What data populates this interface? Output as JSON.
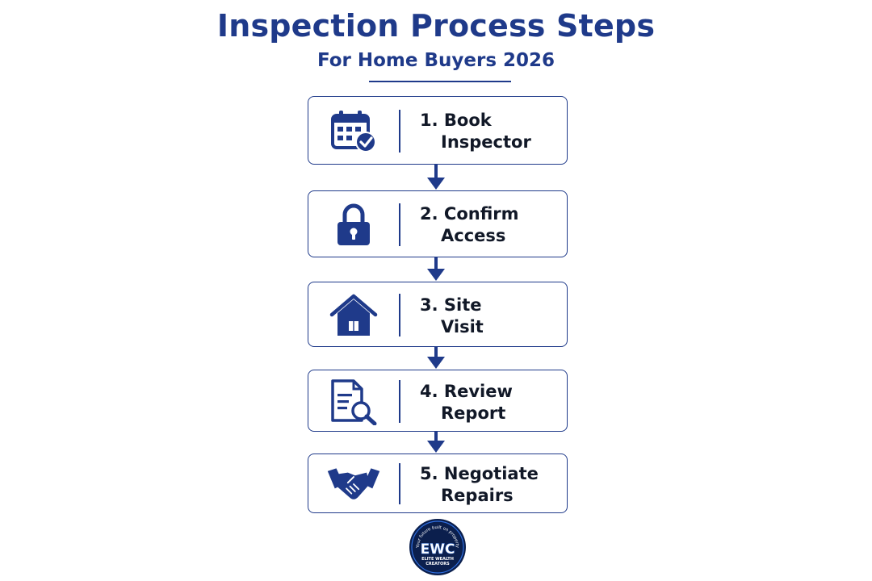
{
  "title": "Inspection Process Steps",
  "subtitle": "For Home Buyers 2026",
  "steps": [
    {
      "number": "1.",
      "line1": "Book",
      "line2": "Inspector",
      "icon": "calendar-check-icon"
    },
    {
      "number": "2.",
      "line1": "Confirm",
      "line2": "Access",
      "icon": "padlock-icon"
    },
    {
      "number": "3.",
      "line1": "Site",
      "line2": "Visit",
      "icon": "house-icon"
    },
    {
      "number": "4.",
      "line1": "Review",
      "line2": "Report",
      "icon": "document-search-icon"
    },
    {
      "number": "5.",
      "line1": "Negotiate",
      "line2": "Repairs",
      "icon": "handshake-icon"
    }
  ],
  "logo": {
    "name": "Elite Wealth Creators logo",
    "monogram": "EWC",
    "company": "ELITE WEALTH CREATORS",
    "tagline": "Your future built on property"
  },
  "colors": {
    "primary": "#1f3a8a",
    "text": "#111827",
    "background": "#ffffff"
  }
}
